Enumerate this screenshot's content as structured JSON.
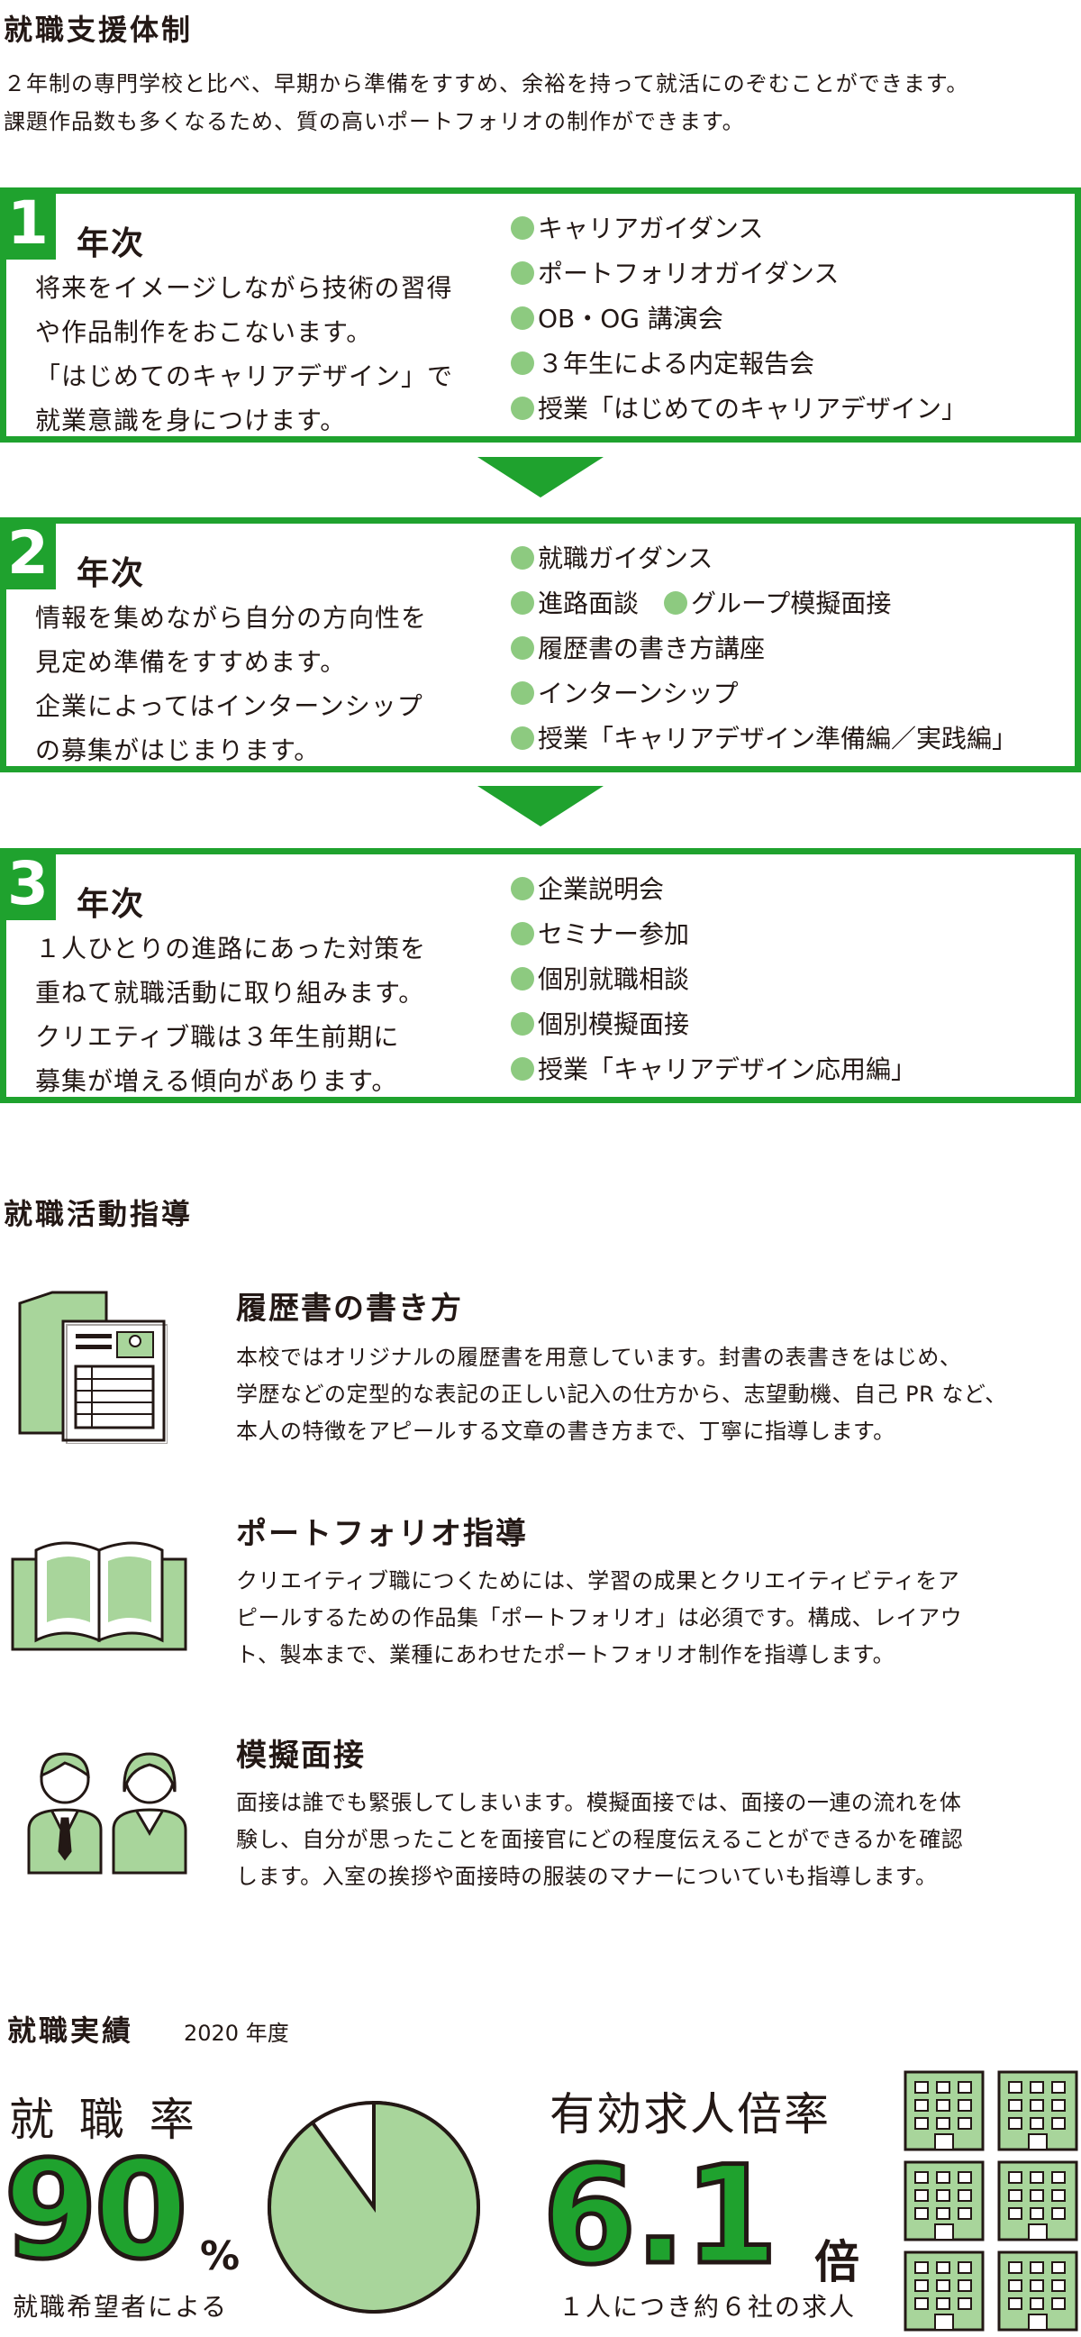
{
  "support": {
    "title": "就職支援体制",
    "intro": [
      "２年制の専門学校と比べ、早期から準備をすすめ、余裕を持って就活にのぞむことができます。",
      "課題作品数も多くなるため、質の高いポートフォリオの制作ができます。"
    ]
  },
  "years": [
    {
      "num": "1",
      "label": "年次",
      "desc": [
        "将来をイメージしながら技術の習得",
        "や作品制作をおこないます。",
        "「はじめてのキャリアデザイン」で",
        "就業意識を身につけます。"
      ],
      "items": [
        "キャリアガイダンス",
        "ポートフォリオガイダンス",
        "OB・OG 講演会",
        "３年生による内定報告会",
        "授業「はじめてのキャリアデザイン」"
      ]
    },
    {
      "num": "2",
      "label": "年次",
      "desc": [
        "情報を集めながら自分の方向性を",
        "見定め準備をすすめます。",
        "企業によってはインターンシップ",
        "の募集がはじまります。"
      ],
      "items": [
        "就職ガイダンス",
        "進路面談",
        "グループ模擬面接",
        "履歴書の書き方講座",
        "インターンシップ",
        "授業「キャリアデザイン準備編／実践編」"
      ]
    },
    {
      "num": "3",
      "label": "年次",
      "desc": [
        "１人ひとりの進路にあった対策を",
        "重ねて就職活動に取り組みます。",
        "クリエティブ職は３年生前期に",
        "募集が増える傾向があります。"
      ],
      "items": [
        "企業説明会",
        "セミナー参加",
        "個別就職相談",
        "個別模擬面接",
        "授業「キャリアデザイン応用編」"
      ]
    }
  ],
  "guidance": {
    "title": "就職活動指導",
    "items": [
      {
        "title": "履歴書の書き方",
        "icon": "resume-icon",
        "text": [
          "本校ではオリジナルの履歴書を用意しています。封書の表書きをはじめ、",
          "学歴などの定型的な表記の正しい記入の仕方から、志望動機、自己 PR など、",
          "本人の特徴をアピールする文章の書き方まで、丁寧に指導します。"
        ]
      },
      {
        "title": "ポートフォリオ指導",
        "icon": "open-book-icon",
        "text": [
          "クリエイティブ職につくためには、学習の成果とクリエイティビティをア",
          "ピールするための作品集「ポートフォリオ」は必須です。構成、レイアウ",
          "ト、製本まで、業種にあわせたポートフォリオ制作を指導します。"
        ]
      },
      {
        "title": "模擬面接",
        "icon": "interview-people-icon",
        "text": [
          "面接は誰でも緊張してしまいます。模擬面接では、面接の一連の流れを体",
          "験し、自分が思ったことを面接官にどの程度伝えることができるかを確認",
          "します。入室の挨拶や面接時の服装のマナーについていも指導します。"
        ]
      }
    ]
  },
  "results": {
    "title": "就職実績",
    "year": "2020 年度",
    "employment_label": "就 職 率",
    "employment_value": "90",
    "employment_unit": "%",
    "employment_note": "就職希望者による",
    "employment_fraction": 0.9,
    "ratio_label": "有効求人倍率",
    "ratio_value": "6.1",
    "ratio_unit": "倍",
    "ratio_note": "１人につき約６社の求人"
  },
  "colors": {
    "accent": "#1fa22e",
    "light_green": "#a8d59b",
    "dot": "#8dca80",
    "text": "#231815"
  }
}
